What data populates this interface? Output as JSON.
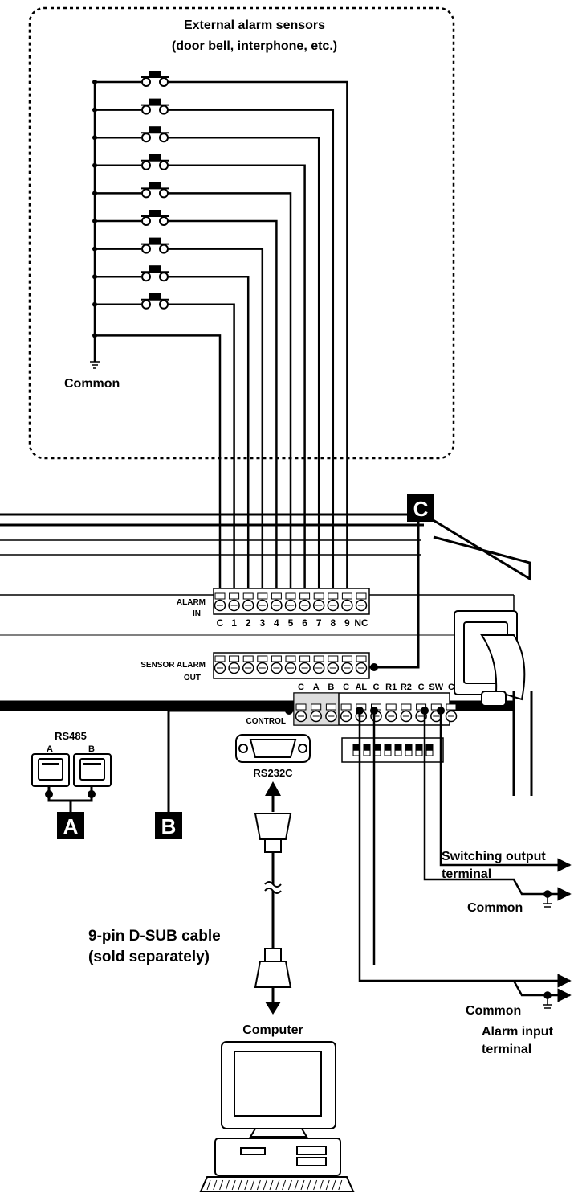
{
  "sensors": {
    "title_line1": "External alarm sensors",
    "title_line2": "(door bell, interphone, etc.)",
    "common_label": "Common",
    "count": 9
  },
  "alarm_in": {
    "label_line1": "ALARM",
    "label_line2": "IN",
    "terminals": [
      "C",
      "1",
      "2",
      "3",
      "4",
      "5",
      "6",
      "7",
      "8",
      "9",
      "NC"
    ]
  },
  "sensor_alarm_out": {
    "label_line1": "SENSOR ALARM",
    "label_line2": "OUT"
  },
  "control": {
    "label": "CONTROL",
    "terminals": [
      "C",
      "A",
      "B",
      "C",
      "AL",
      "C",
      "R1",
      "R2",
      "C",
      "SW",
      "C"
    ]
  },
  "rs485": {
    "label": "RS485",
    "port_a": "A",
    "port_b": "B"
  },
  "rs232c": {
    "label": "RS232C"
  },
  "markers": {
    "a": "A",
    "b": "B",
    "c": "C"
  },
  "cable": {
    "line1": "9-pin D-SUB cable",
    "line2": "(sold separately)"
  },
  "computer": {
    "label": "Computer"
  },
  "switching_output": {
    "line1": "Switching output",
    "line2": "terminal",
    "common": "Common"
  },
  "alarm_input": {
    "line1": "Alarm input",
    "line2": "terminal",
    "common": "Common"
  },
  "colors": {
    "line": "#000000",
    "panel_shade": "#dddddd",
    "background": "#ffffff"
  }
}
